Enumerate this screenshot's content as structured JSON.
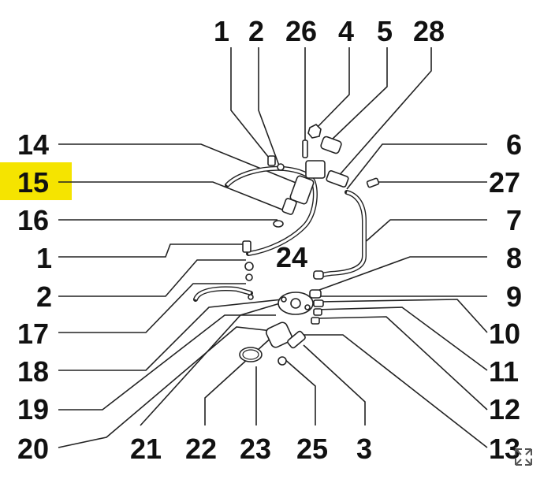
{
  "highlight_color": "#f5e400",
  "callouts": {
    "top": [
      "1",
      "2",
      "26",
      "4",
      "5",
      "28"
    ],
    "left": [
      "14",
      "15",
      "16",
      "1",
      "2",
      "17",
      "18",
      "19",
      "20"
    ],
    "right": [
      "6",
      "27",
      "7",
      "8",
      "9",
      "10",
      "11",
      "12",
      "13"
    ],
    "bottom": [
      "21",
      "22",
      "23",
      "25",
      "3"
    ],
    "center": "24"
  },
  "highlighted_callout": "15",
  "icons": {
    "corner": "expand-icon"
  }
}
